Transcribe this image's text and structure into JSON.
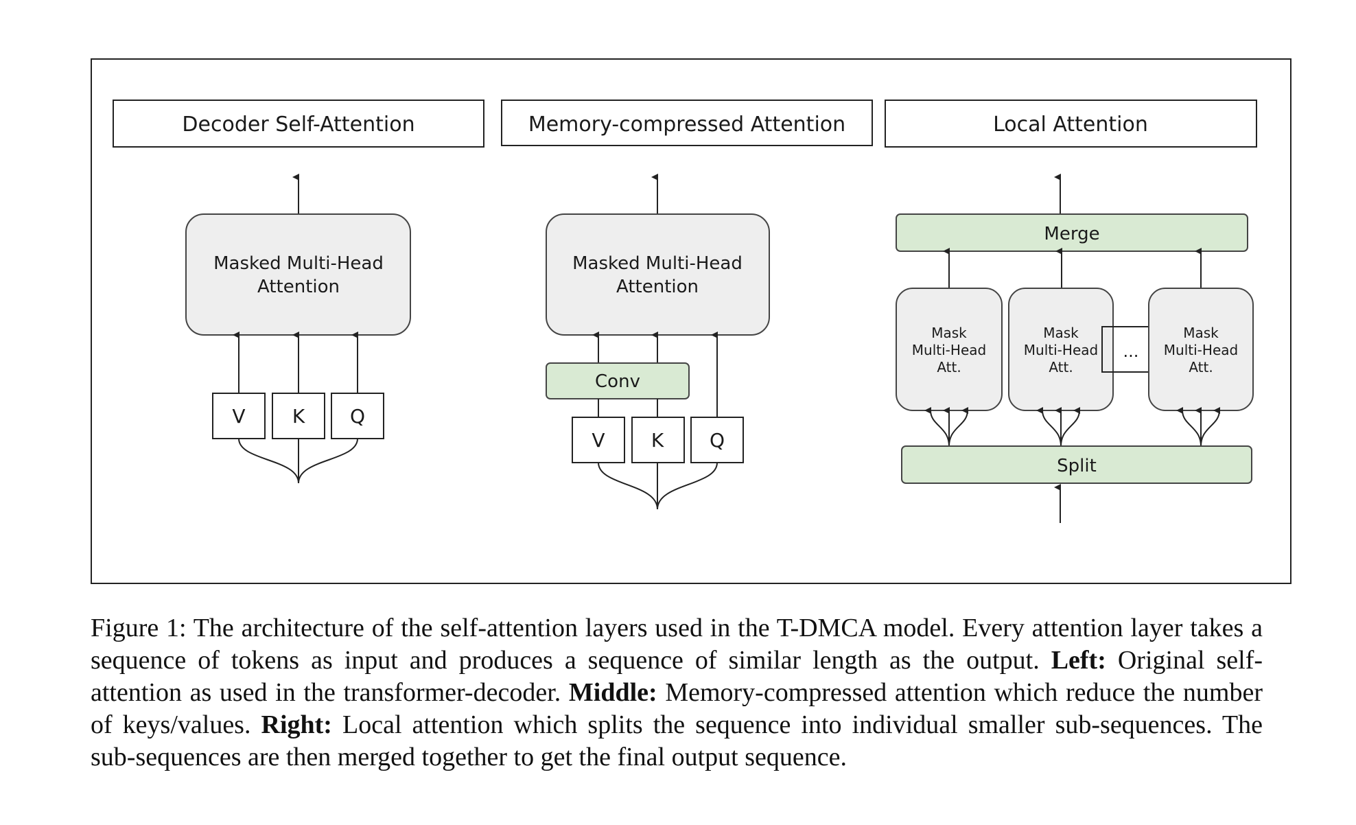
{
  "panels": {
    "left": {
      "title": "Decoder Self-Attention",
      "attention_line1": "Masked Multi-Head",
      "attention_line2": "Attention",
      "inputs": [
        "V",
        "K",
        "Q"
      ]
    },
    "middle": {
      "title": "Memory-compressed Attention",
      "attention_line1": "Masked Multi-Head",
      "attention_line2": "Attention",
      "conv_label": "Conv",
      "inputs": [
        "V",
        "K",
        "Q"
      ]
    },
    "right": {
      "title": "Local Attention",
      "merge_label": "Merge",
      "split_label": "Split",
      "block_line1": "Mask",
      "block_line2": "Multi-Head",
      "block_line3": "Att.",
      "ellipsis": "..."
    }
  },
  "caption": {
    "intro": "Figure 1: The architecture of the self-attention layers used in the T-DMCA model. Every attention layer takes a sequence of tokens as input and produces a sequence of similar length as the output.",
    "left_label": "Left:",
    "left_text": "Original self-attention as used in the transformer-decoder.",
    "middle_label": "Middle:",
    "middle_text": "Memory-compressed attention which reduce the number of keys/values.",
    "right_label": "Right:",
    "right_text": "Local attention which splits the sequence into individual smaller sub-sequences. The sub-sequences are then merged together to get the final output sequence."
  },
  "colors": {
    "attention_fill": "#eeeeee",
    "green_fill": "#d9ead3"
  }
}
